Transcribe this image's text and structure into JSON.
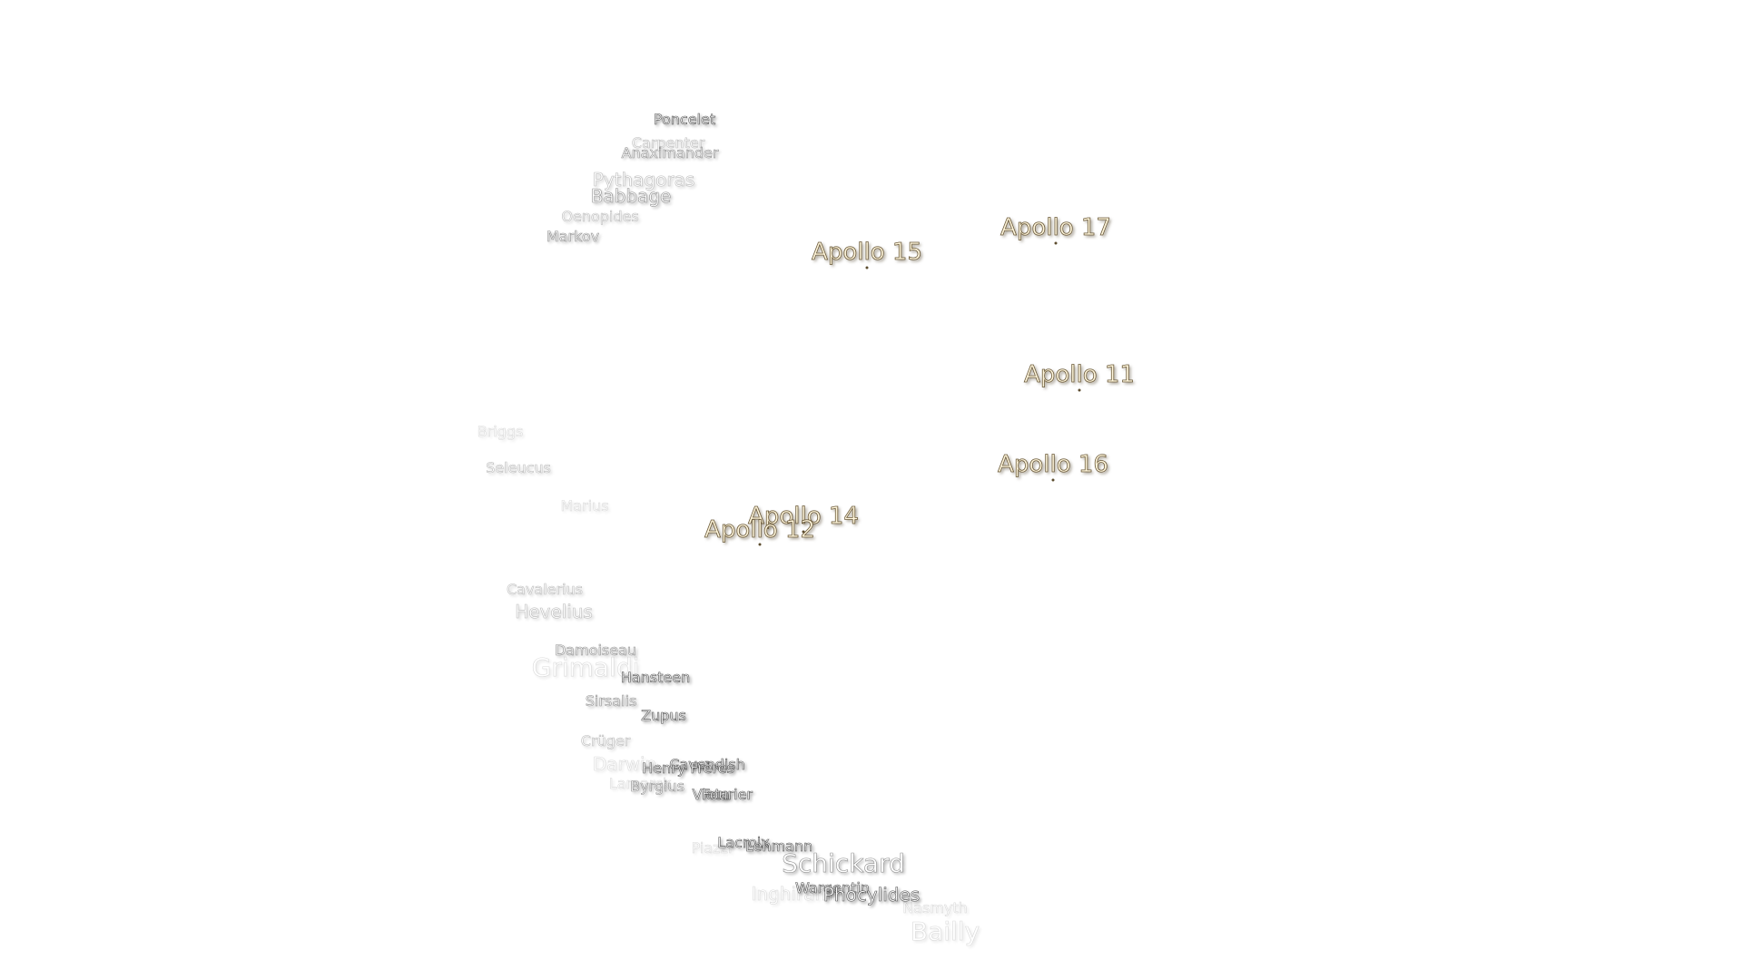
{
  "craters": [
    {
      "name": "Poncelet"
    },
    {
      "name": "Carpenter"
    },
    {
      "name": "Anaximander"
    },
    {
      "name": "Pythagoras"
    },
    {
      "name": "Babbage"
    },
    {
      "name": "Oenopides"
    },
    {
      "name": "Markov"
    },
    {
      "name": "Briggs"
    },
    {
      "name": "Seleucus"
    },
    {
      "name": "Marius"
    },
    {
      "name": "Cavalerius"
    },
    {
      "name": "Hevelius"
    },
    {
      "name": "Damoiseau"
    },
    {
      "name": "Grimaldi"
    },
    {
      "name": "Hansteen"
    },
    {
      "name": "Sirsalis"
    },
    {
      "name": "Zupus"
    },
    {
      "name": "Crüger"
    },
    {
      "name": "Darwin"
    },
    {
      "name": "Cavendish"
    },
    {
      "name": "Henry Frères"
    },
    {
      "name": "Byrgius"
    },
    {
      "name": "Lamarck"
    },
    {
      "name": "Vieta"
    },
    {
      "name": "Fourier"
    },
    {
      "name": "Piazzi"
    },
    {
      "name": "Lacroix"
    },
    {
      "name": "Lehmann"
    },
    {
      "name": "Schickard"
    },
    {
      "name": "Inghirami"
    },
    {
      "name": "Wargentin"
    },
    {
      "name": "Phocylides"
    },
    {
      "name": "Nasmyth"
    },
    {
      "name": "Bailly"
    }
  ],
  "landing_sites": [
    {
      "name": "Apollo 17"
    },
    {
      "name": "Apollo 15"
    },
    {
      "name": "Apollo 11"
    },
    {
      "name": "Apollo 16"
    },
    {
      "name": "Apollo 14"
    },
    {
      "name": "Apollo 12"
    }
  ]
}
